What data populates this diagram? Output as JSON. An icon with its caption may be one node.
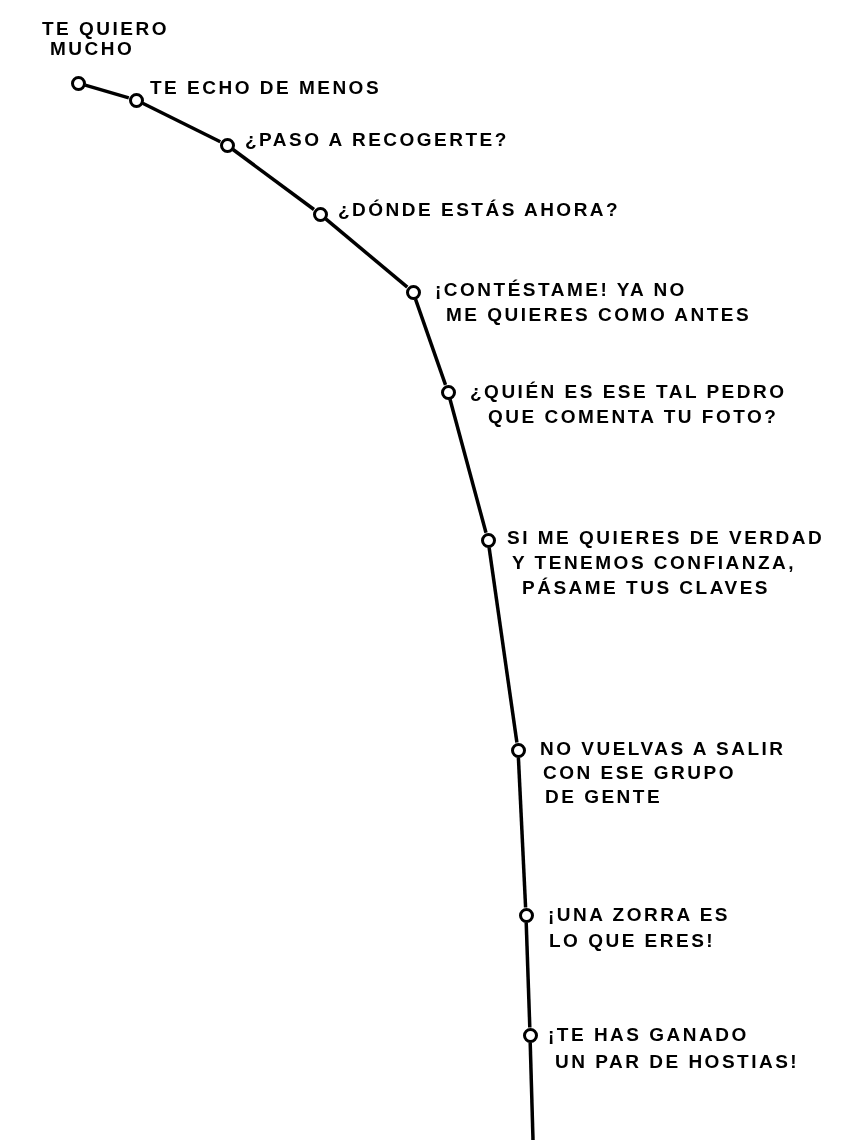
{
  "diagram": {
    "nodes": [
      {
        "text": [],
        "shape": "circle",
        "beside": [
          "TE QUIERO MUCHO"
        ]
      },
      {
        "text": [],
        "shape": "circle",
        "beside": [
          "TE ECHO DE MENOS"
        ]
      },
      {
        "text": [],
        "shape": "circle",
        "beside": [
          "¿PASO A RECOGERTE?"
        ]
      },
      {
        "text": [],
        "shape": "circle",
        "beside": [
          "¿DÓNDE ESTÁS AHORA?"
        ]
      },
      {
        "text": [],
        "shape": "circle",
        "beside": [
          "¡CONTÉSTAME! YA NO ME QUIERES COMO ANTES"
        ]
      },
      {
        "text": [],
        "shape": "circle",
        "beside": [
          "¿QUIÉN ES ESE TAL PEDRO QUE COMENTA TU FOTO?"
        ]
      },
      {
        "text": [],
        "shape": "circle",
        "beside": [
          "SI ME QUIERES DE VERDAD Y TENEMOS CONFIANZA, PÁSAME TUS CLAVES"
        ]
      },
      {
        "text": [],
        "shape": "circle",
        "beside": [
          "NO VUELVAS A SALIR CON ESE GRUPO DE GENTE"
        ]
      },
      {
        "text": [],
        "shape": "circle",
        "beside": [
          "¡UNA ZORRA ES LO QUE ERES!"
        ]
      },
      {
        "text": [],
        "shape": "circle",
        "beside": [
          "¡TE HAS GANADO UN PAR DE HOSTIAS!"
        ]
      }
    ],
    "edges": [
      {
        "from": 0,
        "to": 1,
        "arrow": "none"
      },
      {
        "from": 1,
        "to": 2,
        "arrow": "none"
      },
      {
        "from": 2,
        "to": 3,
        "arrow": "none"
      },
      {
        "from": 3,
        "to": 4,
        "arrow": "none"
      },
      {
        "from": 4,
        "to": 5,
        "arrow": "none"
      },
      {
        "from": 5,
        "to": 6,
        "arrow": "none"
      },
      {
        "from": 6,
        "to": 7,
        "arrow": "none"
      },
      {
        "from": 7,
        "to": 8,
        "arrow": "none"
      },
      {
        "from": 8,
        "to": 9,
        "arrow": "none"
      },
      {
        "from": 9,
        "to": null,
        "arrow": "none"
      }
    ]
  }
}
